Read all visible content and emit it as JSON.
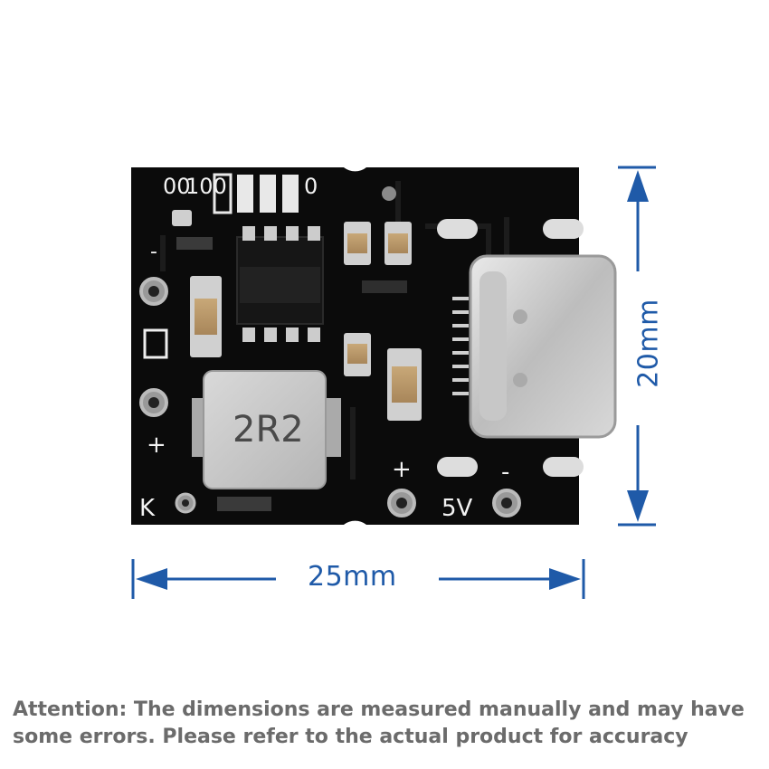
{
  "silkscreen": {
    "bar_left": "00",
    "bar_mid": "100",
    "bar_right": "0",
    "minus_left": "-",
    "plus_left": "+",
    "k_label": "K",
    "plus_out": "+",
    "out_label": "5V",
    "minus_out": "-"
  },
  "inductor_label": "2R2",
  "dimensions": {
    "width_label": "25mm",
    "height_label": "20mm"
  },
  "note": {
    "line1": "Attention: The dimensions are measured manually and may have",
    "line2": "some errors. Please refer to the actual product for accuracy"
  },
  "colors": {
    "pcb": "#0b0b0b",
    "arrow": "#1f5aa8",
    "note": "#6b6b6b"
  }
}
